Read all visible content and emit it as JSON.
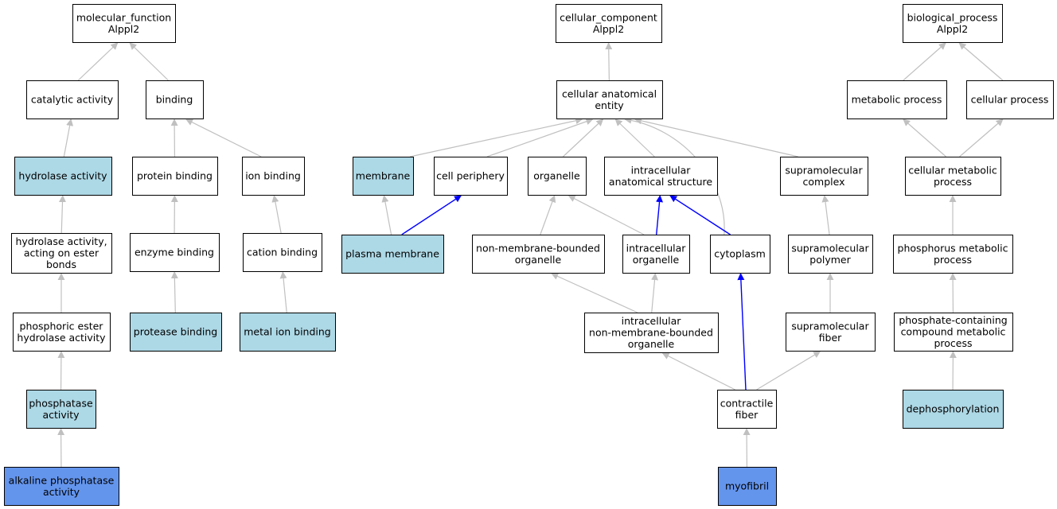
{
  "colors": {
    "default_fill": "#ffffff",
    "annotated_fill": "#add8e6",
    "direct_fill": "#6495ed",
    "edge_gray": "#c0c0c0",
    "edge_blue": "#0000ff"
  },
  "nodes": [
    {
      "id": "mf",
      "lines": [
        "molecular_function",
        "Alppl2"
      ],
      "fill": "default"
    },
    {
      "id": "catalytic",
      "lines": [
        "catalytic activity"
      ],
      "fill": "default"
    },
    {
      "id": "binding",
      "lines": [
        "binding"
      ],
      "fill": "default"
    },
    {
      "id": "hydrolase",
      "lines": [
        "hydrolase activity"
      ],
      "fill": "annotated"
    },
    {
      "id": "proteinbinding",
      "lines": [
        "protein binding"
      ],
      "fill": "default"
    },
    {
      "id": "ionbinding",
      "lines": [
        "ion binding"
      ],
      "fill": "default"
    },
    {
      "id": "hydrolase_ester",
      "lines": [
        "hydrolase activity,",
        "acting on ester",
        "bonds"
      ],
      "fill": "default"
    },
    {
      "id": "enzymebinding",
      "lines": [
        "enzyme binding"
      ],
      "fill": "default"
    },
    {
      "id": "cationbinding",
      "lines": [
        "cation binding"
      ],
      "fill": "default"
    },
    {
      "id": "phosphoric",
      "lines": [
        "phosphoric ester",
        "hydrolase activity"
      ],
      "fill": "default"
    },
    {
      "id": "proteasebinding",
      "lines": [
        "protease binding"
      ],
      "fill": "annotated"
    },
    {
      "id": "metalion",
      "lines": [
        "metal ion binding"
      ],
      "fill": "annotated"
    },
    {
      "id": "phosphatase",
      "lines": [
        "phosphatase",
        "activity"
      ],
      "fill": "annotated"
    },
    {
      "id": "alkaline",
      "lines": [
        "alkaline phosphatase",
        "activity"
      ],
      "fill": "direct"
    },
    {
      "id": "cc",
      "lines": [
        "cellular_component",
        "Alppl2"
      ],
      "fill": "default"
    },
    {
      "id": "cae",
      "lines": [
        "cellular anatomical",
        "entity"
      ],
      "fill": "default"
    },
    {
      "id": "membrane",
      "lines": [
        "membrane"
      ],
      "fill": "annotated"
    },
    {
      "id": "cellperiphery",
      "lines": [
        "cell periphery"
      ],
      "fill": "default"
    },
    {
      "id": "organelle",
      "lines": [
        "organelle"
      ],
      "fill": "default"
    },
    {
      "id": "ias",
      "lines": [
        "intracellular",
        "anatomical structure"
      ],
      "fill": "default"
    },
    {
      "id": "supracomplex",
      "lines": [
        "supramolecular",
        "complex"
      ],
      "fill": "default"
    },
    {
      "id": "plasmamembrane",
      "lines": [
        "plasma membrane"
      ],
      "fill": "annotated"
    },
    {
      "id": "nonmemorg",
      "lines": [
        "non-membrane-bounded",
        "organelle"
      ],
      "fill": "default"
    },
    {
      "id": "intraorg",
      "lines": [
        "intracellular",
        "organelle"
      ],
      "fill": "default"
    },
    {
      "id": "cytoplasm",
      "lines": [
        "cytoplasm"
      ],
      "fill": "default"
    },
    {
      "id": "suprapolymer",
      "lines": [
        "supramolecular",
        "polymer"
      ],
      "fill": "default"
    },
    {
      "id": "intranonmem",
      "lines": [
        "intracellular",
        "non-membrane-bounded",
        "organelle"
      ],
      "fill": "default"
    },
    {
      "id": "suprafiber",
      "lines": [
        "supramolecular",
        "fiber"
      ],
      "fill": "default"
    },
    {
      "id": "contractile",
      "lines": [
        "contractile",
        "fiber"
      ],
      "fill": "default"
    },
    {
      "id": "myofibril",
      "lines": [
        "myofibril"
      ],
      "fill": "direct"
    },
    {
      "id": "bp",
      "lines": [
        "biological_process",
        "Alppl2"
      ],
      "fill": "default"
    },
    {
      "id": "metabolic",
      "lines": [
        "metabolic process"
      ],
      "fill": "default"
    },
    {
      "id": "cellproc",
      "lines": [
        "cellular process"
      ],
      "fill": "default"
    },
    {
      "id": "cellmetab",
      "lines": [
        "cellular metabolic",
        "process"
      ],
      "fill": "default"
    },
    {
      "id": "phosphorus",
      "lines": [
        "phosphorus metabolic",
        "process"
      ],
      "fill": "default"
    },
    {
      "id": "phosphcont",
      "lines": [
        "phosphate-containing",
        "compound metabolic",
        "process"
      ],
      "fill": "default"
    },
    {
      "id": "dephos",
      "lines": [
        "dephosphorylation"
      ],
      "fill": "annotated"
    }
  ],
  "edges": [
    {
      "from": "catalytic",
      "to": "mf",
      "color": "gray"
    },
    {
      "from": "binding",
      "to": "mf",
      "color": "gray"
    },
    {
      "from": "hydrolase",
      "to": "catalytic",
      "color": "gray"
    },
    {
      "from": "proteinbinding",
      "to": "binding",
      "color": "gray"
    },
    {
      "from": "ionbinding",
      "to": "binding",
      "color": "gray"
    },
    {
      "from": "hydrolase_ester",
      "to": "hydrolase",
      "color": "gray"
    },
    {
      "from": "enzymebinding",
      "to": "proteinbinding",
      "color": "gray"
    },
    {
      "from": "cationbinding",
      "to": "ionbinding",
      "color": "gray"
    },
    {
      "from": "phosphoric",
      "to": "hydrolase_ester",
      "color": "gray"
    },
    {
      "from": "proteasebinding",
      "to": "enzymebinding",
      "color": "gray"
    },
    {
      "from": "metalion",
      "to": "cationbinding",
      "color": "gray"
    },
    {
      "from": "phosphatase",
      "to": "phosphoric",
      "color": "gray"
    },
    {
      "from": "alkaline",
      "to": "phosphatase",
      "color": "gray"
    },
    {
      "from": "cae",
      "to": "cc",
      "color": "gray"
    },
    {
      "from": "membrane",
      "to": "cae",
      "color": "gray"
    },
    {
      "from": "cellperiphery",
      "to": "cae",
      "color": "gray"
    },
    {
      "from": "organelle",
      "to": "cae",
      "color": "gray"
    },
    {
      "from": "ias",
      "to": "cae",
      "color": "gray"
    },
    {
      "from": "supracomplex",
      "to": "cae",
      "color": "gray"
    },
    {
      "from": "cytoplasm",
      "to": "cae",
      "color": "gray",
      "curve": true
    },
    {
      "from": "plasmamembrane",
      "to": "membrane",
      "color": "gray"
    },
    {
      "from": "plasmamembrane",
      "to": "cellperiphery",
      "color": "blue"
    },
    {
      "from": "nonmemorg",
      "to": "organelle",
      "color": "gray"
    },
    {
      "from": "intraorg",
      "to": "organelle",
      "color": "gray"
    },
    {
      "from": "intraorg",
      "to": "ias",
      "color": "blue"
    },
    {
      "from": "cytoplasm",
      "to": "ias",
      "color": "blue"
    },
    {
      "from": "suprapolymer",
      "to": "supracomplex",
      "color": "gray"
    },
    {
      "from": "intranonmem",
      "to": "nonmemorg",
      "color": "gray"
    },
    {
      "from": "intranonmem",
      "to": "intraorg",
      "color": "gray"
    },
    {
      "from": "suprafiber",
      "to": "suprapolymer",
      "color": "gray"
    },
    {
      "from": "contractile",
      "to": "intranonmem",
      "color": "gray"
    },
    {
      "from": "contractile",
      "to": "cytoplasm",
      "color": "blue"
    },
    {
      "from": "contractile",
      "to": "suprafiber",
      "color": "gray"
    },
    {
      "from": "myofibril",
      "to": "contractile",
      "color": "gray"
    },
    {
      "from": "metabolic",
      "to": "bp",
      "color": "gray"
    },
    {
      "from": "cellproc",
      "to": "bp",
      "color": "gray"
    },
    {
      "from": "cellmetab",
      "to": "metabolic",
      "color": "gray"
    },
    {
      "from": "cellmetab",
      "to": "cellproc",
      "color": "gray"
    },
    {
      "from": "phosphorus",
      "to": "cellmetab",
      "color": "gray"
    },
    {
      "from": "phosphcont",
      "to": "phosphorus",
      "color": "gray"
    },
    {
      "from": "dephos",
      "to": "phosphcont",
      "color": "gray"
    }
  ]
}
